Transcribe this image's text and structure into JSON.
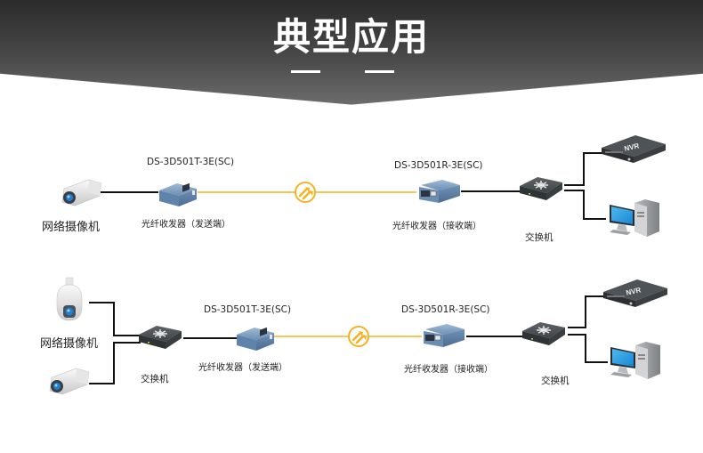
{
  "header": {
    "title": "典型应用"
  },
  "colors": {
    "fiber": "#f5b323",
    "copper": "#111111",
    "banner_dark": "#2b2b2b",
    "banner_light": "#6e6e6e"
  },
  "scenarios": [
    {
      "camera_label": "网络摄像机",
      "transmitter_model": "DS-3D501T-3E(SC)",
      "transmitter_label": "光纤收发器（发送端）",
      "receiver_model": "DS-3D501R-3E(SC)",
      "receiver_label": "光纤收发器（接收端）",
      "switch_label": "交换机",
      "nvr_label": "NVR"
    },
    {
      "camera_label": "网络摄像机",
      "edge_switch_label": "交换机",
      "transmitter_model": "DS-3D501T-3E(SC)",
      "transmitter_label": "光纤收发器（发送端）",
      "receiver_model": "DS-3D501R-3E(SC)",
      "receiver_label": "光纤收发器（接收端）",
      "switch_label": "交换机",
      "nvr_label": "NVR"
    }
  ],
  "icons": [
    "bullet-camera-icon",
    "dome-camera-icon",
    "fiber-transceiver-icon",
    "fiber-connector-icon",
    "network-switch-icon",
    "nvr-icon",
    "desktop-pc-icon"
  ]
}
